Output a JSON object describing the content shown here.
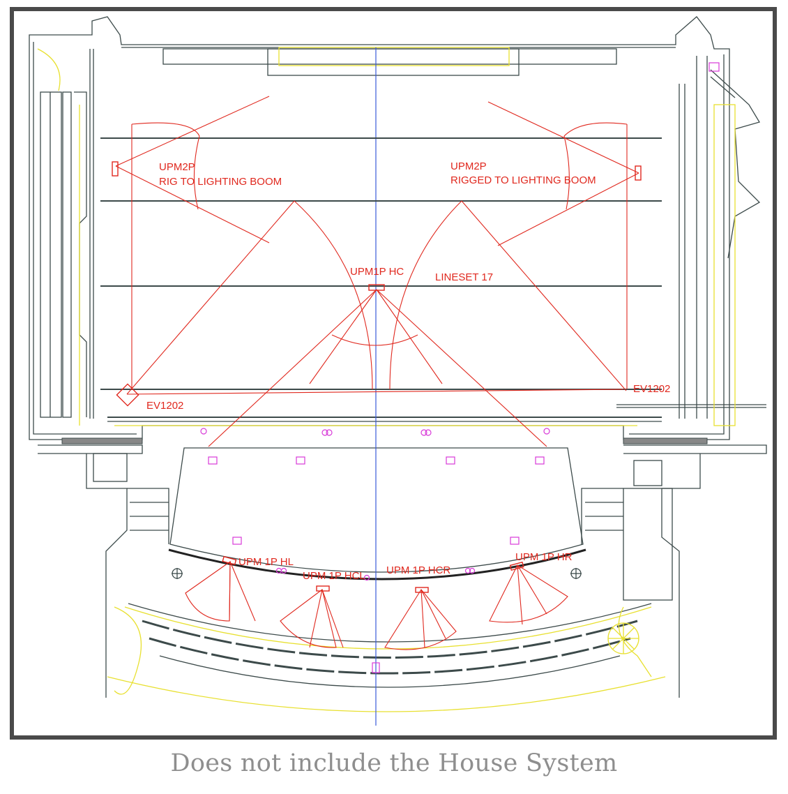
{
  "drawing": {
    "labels": {
      "upm2p_left": "UPM2P",
      "rig_left": "RIG TO LIGHTING BOOM",
      "upm2p_right": "UPM2P",
      "rig_right": "RIGGED TO LIGHTING BOOM",
      "upm1p_hc": "UPM1P HC",
      "lineset": "LINESET 17",
      "ev_left": "EV1202",
      "ev_right": "EV1202",
      "hl": "UPM 1P HL",
      "hcl": "UPM 1P HCL",
      "hcr": "UPM 1P HCR",
      "hr": "UPM 1P HR"
    },
    "colors": {
      "frame": "#4a4a4a",
      "speaker_lines": "#e0281e",
      "architecture": "#3c4a4a",
      "centerline": "#3a5ad8",
      "yellow": "#e8e030",
      "magenta": "#d83ad8"
    }
  },
  "caption": "Does not include the House System"
}
